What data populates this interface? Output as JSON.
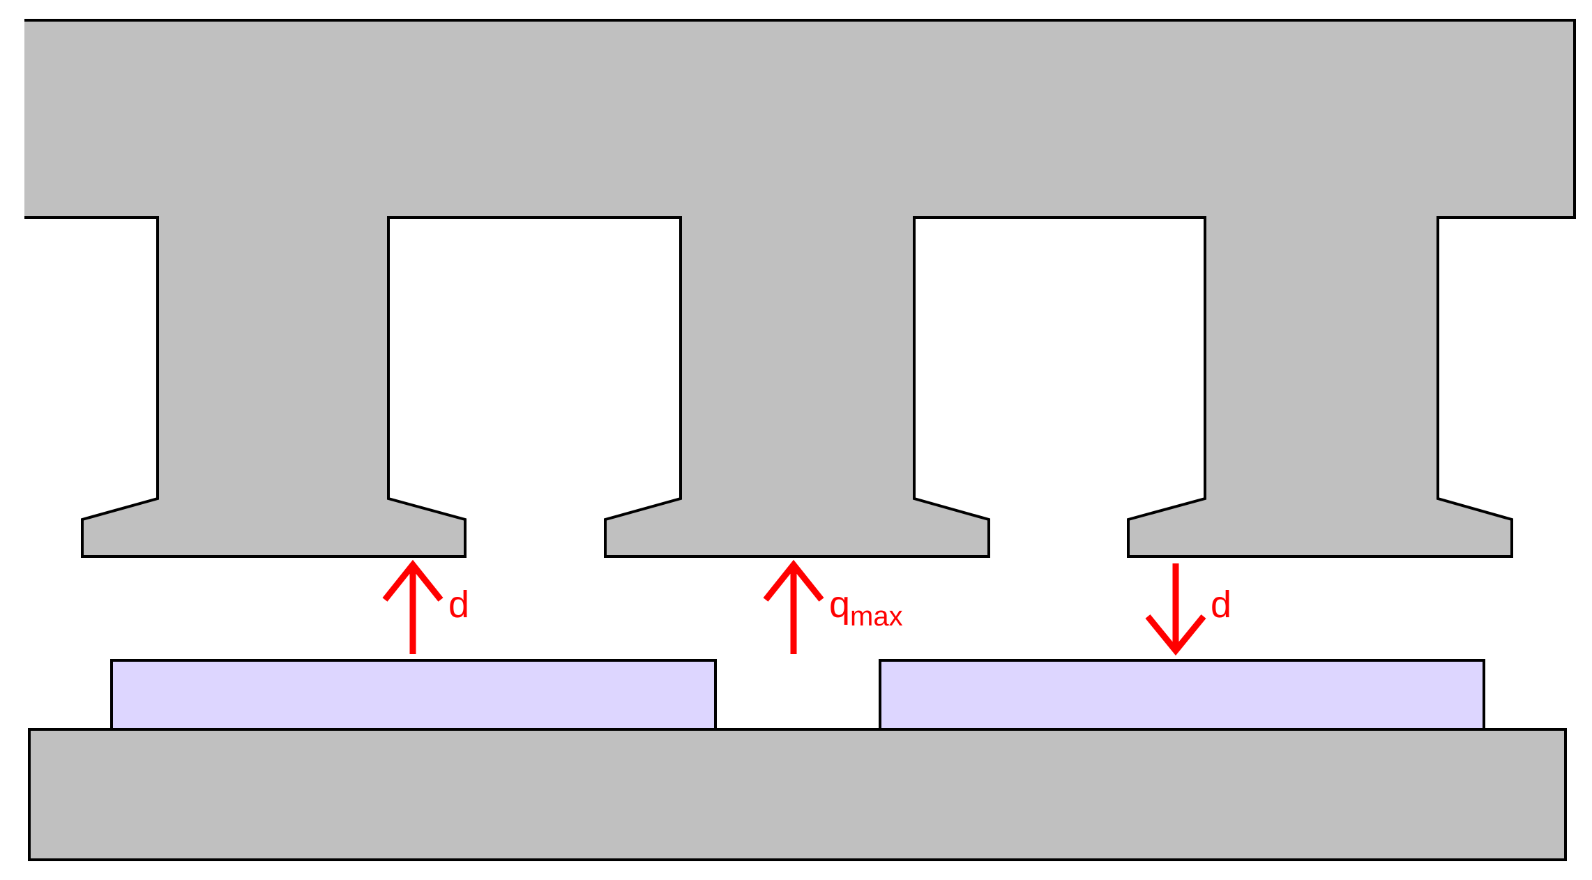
{
  "labels": {
    "left_force": "d",
    "center_force": "q",
    "center_force_subscript": "max",
    "right_force": "d"
  },
  "colors": {
    "iron": "#c0c0c0",
    "magnet": "#ddd6ff",
    "force": "#ff0000",
    "outline": "#000000"
  }
}
